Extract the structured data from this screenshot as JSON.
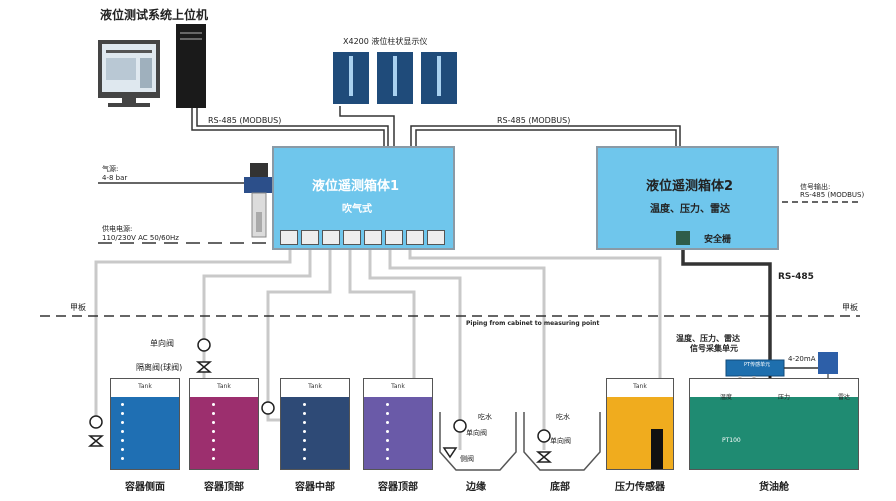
{
  "header": {
    "title": "液位测试系统上位机"
  },
  "display": {
    "label": "X4200 液位柱状显示仪"
  },
  "links": {
    "rs485_left": "RS-485 (MODBUS)",
    "rs485_right": "RS-485 (MODBUS)",
    "rs485_down": "RS-485"
  },
  "cabinet1": {
    "title": "液位遥测箱体1",
    "subtitle": "吹气式"
  },
  "cabinet2": {
    "title": "液位遥测箱体2",
    "subtitle": "温度、压力、雷达",
    "safety": "安全栅"
  },
  "left_inputs": {
    "air_label": "气源:",
    "air_value": "4-8 bar",
    "power_label": "供电电源:",
    "power_value": "110/230V AC 50/60Hz"
  },
  "right_output": {
    "label": "信号输出:",
    "value": "RS-485 (MODBUS)"
  },
  "deck": {
    "left": "甲板",
    "right": "甲板",
    "piping": "Piping from cabinet to measuring point"
  },
  "valves": {
    "check": "单向阀",
    "isolation": "隔离阀(球阀)"
  },
  "collector": {
    "line1": "温度、压力、雷达",
    "line2": "信号采集单元",
    "tag": "PT传感单元",
    "current": "4-20mA",
    "t_label": "温度",
    "p_label": "压力",
    "r_label": "雷达",
    "pt100": "PT100"
  },
  "tank_label": "Tank",
  "tanks": [
    {
      "name": "容器侧面",
      "color": "#1f6fb3"
    },
    {
      "name": "容器顶部",
      "color": "#9c2f6e"
    },
    {
      "name": "容器中部",
      "color": "#2e4a76"
    },
    {
      "name": "容器顶部",
      "color": "#6a5aa8"
    },
    {
      "name": "压力传感器",
      "color": "#f0ac1e"
    },
    {
      "name": "货油舱",
      "color": "#1f8b72"
    }
  ],
  "open_tanks": [
    {
      "name": "边缘",
      "draft": "吃水",
      "check": "单向阀",
      "side": "侧阀"
    },
    {
      "name": "底部",
      "draft": "吃水",
      "check": "单向阀"
    }
  ]
}
